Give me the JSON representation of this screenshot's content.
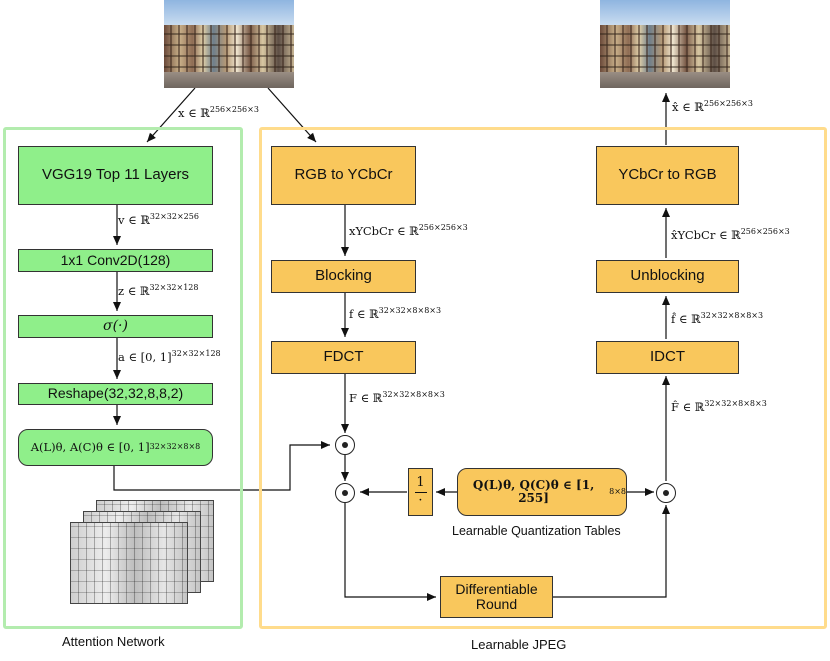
{
  "groups": {
    "attention": {
      "caption": "Attention Network"
    },
    "jpeg": {
      "caption": "Learnable JPEG"
    }
  },
  "attention": {
    "vgg": "VGG19 Top 11 Layers",
    "v_label": "v ∈ ℝ",
    "v_dims": "32×32×256",
    "conv": "1x1 Conv2D(128)",
    "z_label": "z ∈ ℝ",
    "z_dims": "32×32×128",
    "sigma": "σ(·)",
    "a_label": "a ∈ [0, 1]",
    "a_dims": "32×32×128",
    "reshape": "Reshape(32,32,8,8,2)",
    "A_out": "A(L)θ, A(C)θ ∈ [0, 1]",
    "A_dims": "32×32×8×8"
  },
  "input": {
    "x_label": "x ∈ ℝ",
    "x_dims": "256×256×3"
  },
  "output": {
    "xhat_label": "x̂ ∈ ℝ",
    "xhat_dims": "256×256×3"
  },
  "jpeg": {
    "rgb2ycbcr": "RGB to YCbCr",
    "xycbcr_label": "xYCbCr ∈ ℝ",
    "xycbcr_dims": "256×256×3",
    "blocking": "Blocking",
    "f_label": "f ∈ ℝ",
    "f_dims": "32×32×8×8×3",
    "fdct": "FDCT",
    "F_label": "F ∈ ℝ",
    "F_dims": "32×32×8×8×3",
    "reciprocal_num": "1",
    "reciprocal_den": "·",
    "qtables": "Q(L)θ, Q(C)θ ∈ [1, 255]",
    "qtables_dims": "8×8",
    "qtables_caption": "Learnable Quantization Tables",
    "round_line1": "Differentiable",
    "round_line2": "Round",
    "ycbcr2rgb": "YCbCr to RGB",
    "xhatycbcr_label": "x̂YCbCr ∈ ℝ",
    "xhatycbcr_dims": "256×256×3",
    "unblocking": "Unblocking",
    "fhat_label": "f̂ ∈ ℝ",
    "fhat_dims": "32×32×8×8×3",
    "idct": "IDCT",
    "Fhat_label": "F̂ ∈ ℝ",
    "Fhat_dims": "32×32×8×8×3"
  },
  "colors": {
    "attention_frame": "#b3ecae",
    "attention_box": "#8fef8a",
    "jpeg_frame": "#ffdc8c",
    "jpeg_box": "#f9c75c"
  }
}
